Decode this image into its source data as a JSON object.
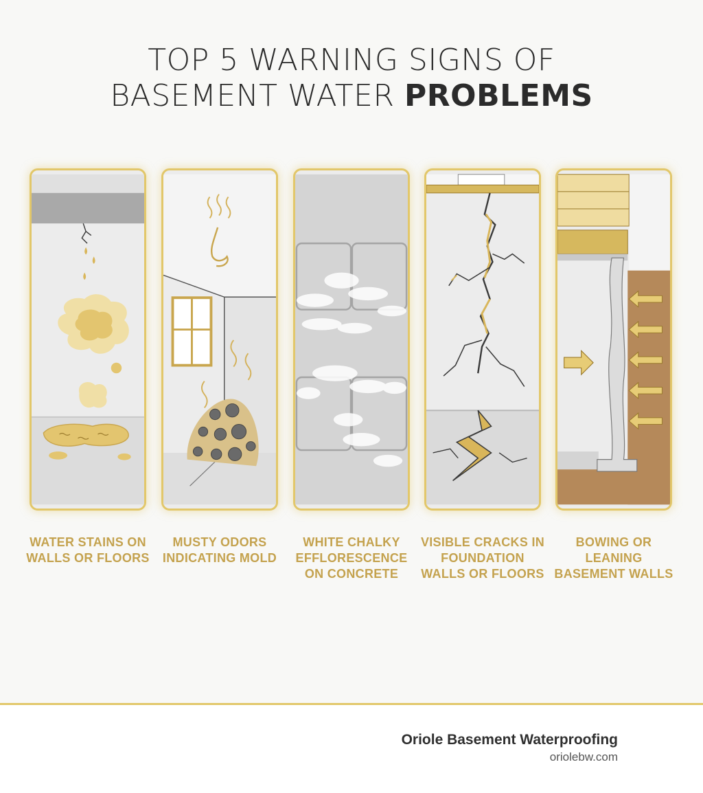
{
  "title": {
    "line1": "TOP 5 WARNING SIGNS OF",
    "line2_light": "BASEMENT WATER",
    "line2_bold": "PROBLEMS"
  },
  "signs": [
    {
      "icon": "water-stain-illustration",
      "caption": "WATER STAINS ON WALLS OR FLOORS"
    },
    {
      "icon": "musty-odor-mold-illustration",
      "caption": "MUSTY ODORS INDICATING MOLD"
    },
    {
      "icon": "efflorescence-illustration",
      "caption": "WHITE CHALKY EFFLORESCENCE ON CONCRETE"
    },
    {
      "icon": "foundation-crack-illustration",
      "caption": "VISIBLE CRACKS IN FOUNDATION WALLS OR FLOORS"
    },
    {
      "icon": "bowing-wall-illustration",
      "caption": "BOWING OR LEANING BASEMENT WALLS"
    }
  ],
  "footer": {
    "company": "Oriole Basement Waterproofing",
    "website": "oriolebw.com"
  },
  "colors": {
    "accent": "#e2c76a",
    "caption": "#c4a24e",
    "title": "#2b2b2b"
  }
}
